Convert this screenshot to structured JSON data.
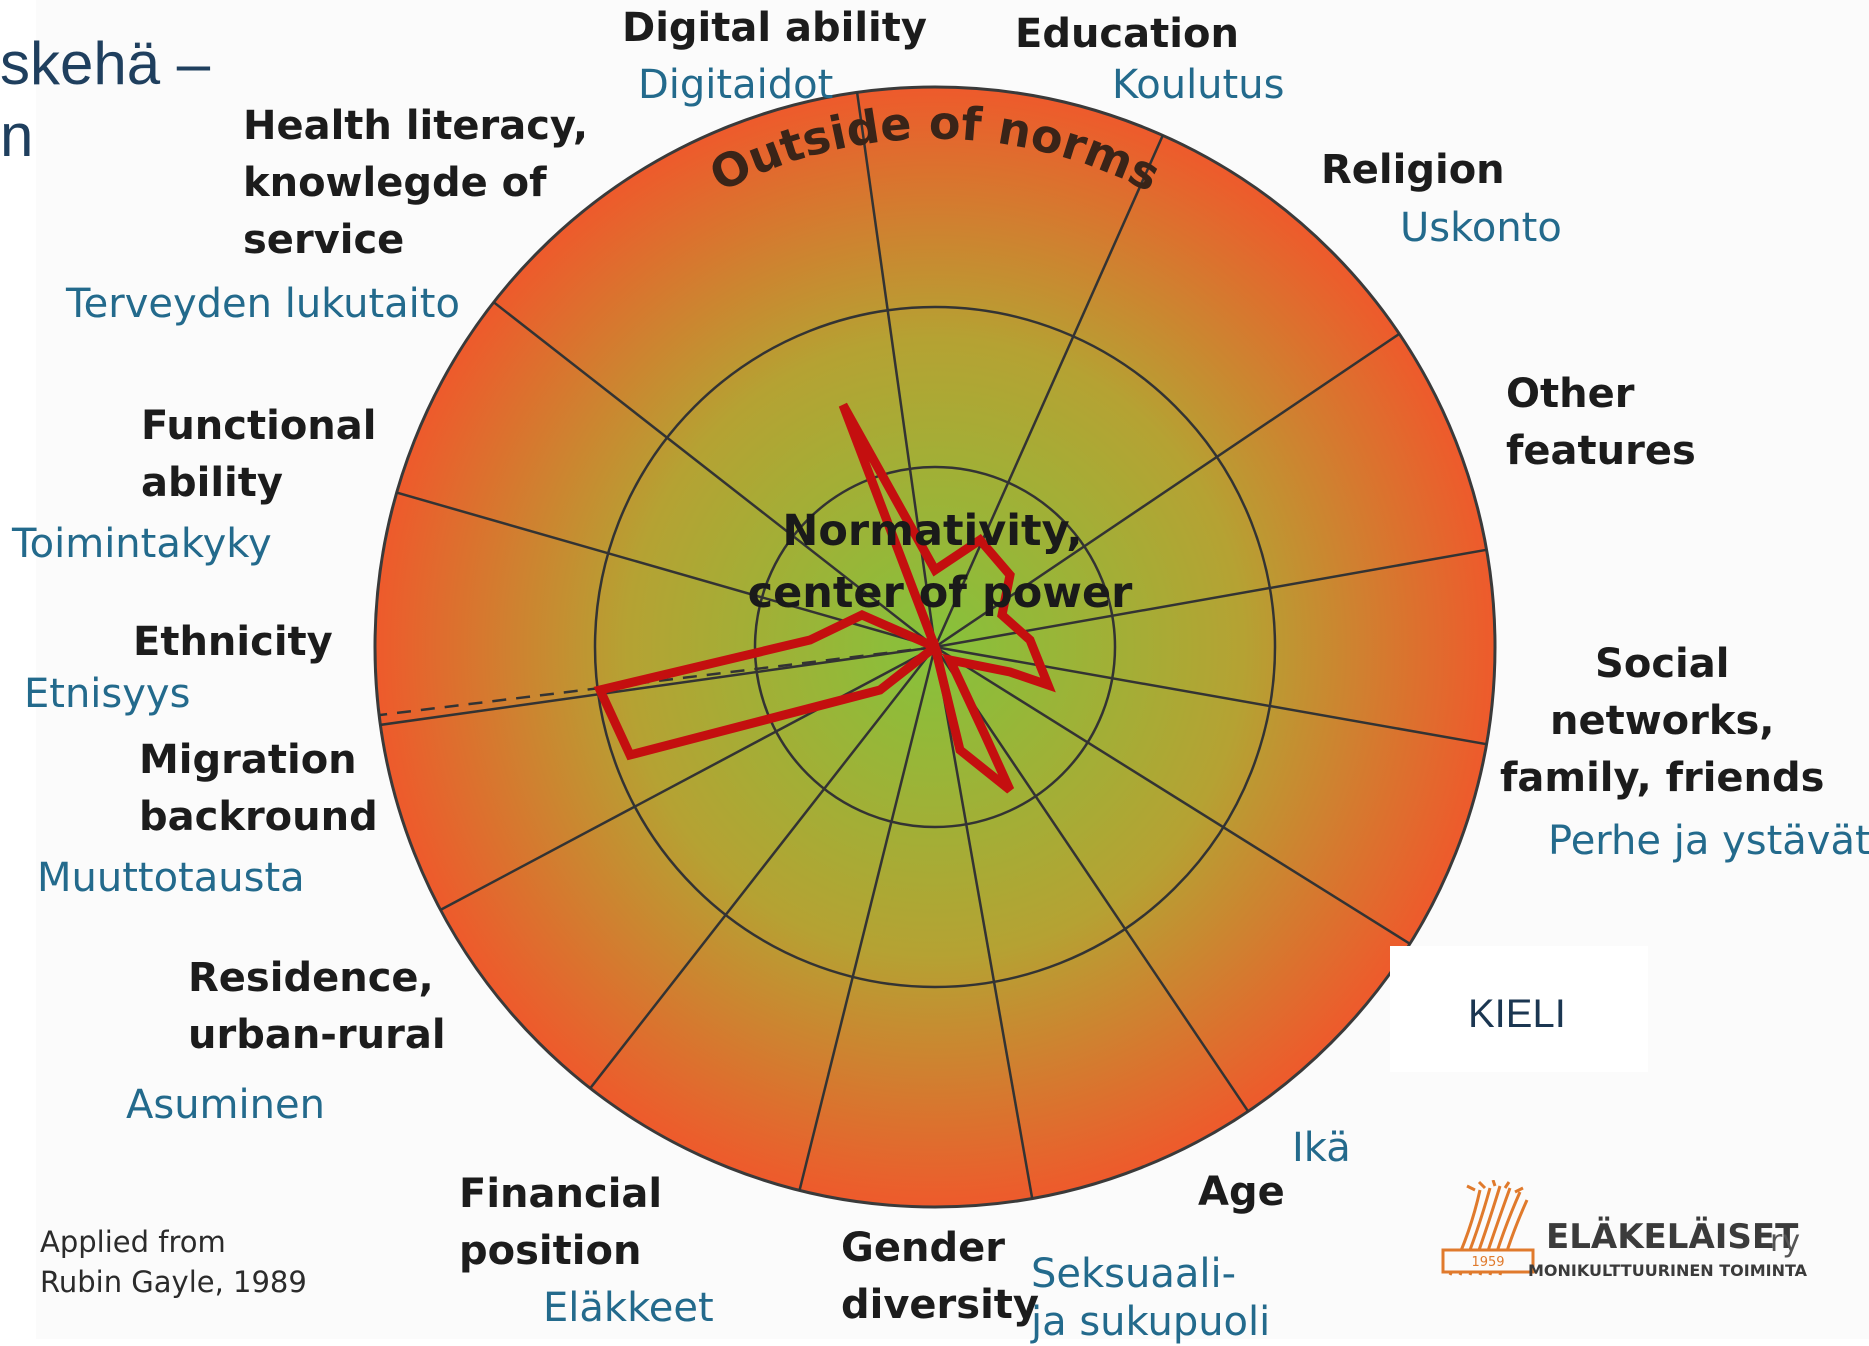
{
  "slide": {
    "title_fragment": "skehä –\nn"
  },
  "wheel": {
    "outer_label": "Outside of norms",
    "center_label": "Normativity,\ncenter of power",
    "outer_color": "#ee5a2c",
    "center_color": "#86c23b",
    "profile_color": "#c40f0f"
  },
  "categories": {
    "digital": {
      "en": "Digital ability",
      "fi": "Digitaidot"
    },
    "education": {
      "en": "Education",
      "fi": "Koulutus"
    },
    "health": {
      "en": "Health literacy,\nknowlegde of\nservice",
      "fi": "Terveyden lukutaito"
    },
    "religion": {
      "en": "Religion",
      "fi": "Uskonto"
    },
    "functional": {
      "en": "Functional\nability",
      "fi": "Toimintakyky"
    },
    "other": {
      "en": "Other\nfeatures"
    },
    "ethnicity": {
      "en": "Ethnicity",
      "fi": "Etnisyys"
    },
    "social": {
      "en": "Social\nnetworks,\nfamily, friends",
      "fi": "Perhe ja ystävät"
    },
    "migration": {
      "en": "Migration\nbackround",
      "fi": "Muuttotausta"
    },
    "language": {
      "fi": "KIELI"
    },
    "residence": {
      "en": "Residence,\nurban-rural",
      "fi": "Asuminen"
    },
    "financial": {
      "en": "Financial\nposition",
      "fi": "Eläkkeet"
    },
    "gender": {
      "en": "Gender\ndiversity",
      "fi": "Seksuaali-\nja sukupuoli"
    },
    "age": {
      "en": "Age",
      "fi": "Ikä"
    }
  },
  "credit": "Applied from\nRubin Gayle, 1989",
  "logo": {
    "name": "ELÄKELÄISET",
    "suffix": "ry",
    "subtitle": "MONIKULTTUURINEN TOIMINTA",
    "year": "1959",
    "color": "#e07a2c",
    "icon": "wheat-sheaf-icon"
  }
}
